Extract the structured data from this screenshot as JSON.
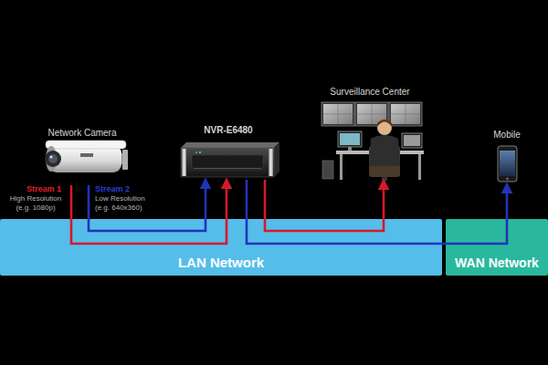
{
  "diagram": {
    "nodes": [
      {
        "text": [
          "Network Camera"
        ]
      },
      {
        "text": [
          "NVR-E6480"
        ]
      },
      {
        "text": [
          "Surveillance Center"
        ]
      },
      {
        "text": [
          "Mobile"
        ]
      },
      {
        "text": [
          "LAN Network"
        ]
      },
      {
        "text": [
          "WAN Network"
        ]
      }
    ],
    "edges": [
      {
        "from": 0,
        "to": 1,
        "arrow": "to"
      },
      {
        "from": 0,
        "to": 1,
        "arrow": "to"
      },
      {
        "from": 1,
        "to": 2,
        "arrow": "to"
      },
      {
        "from": 1,
        "to": 3,
        "arrow": "to"
      }
    ],
    "labels": [
      "Stream 1",
      "High Resolution (e.g. 1080p)",
      "Stream 2",
      "Low Resolution (e.g. 640x360)"
    ]
  }
}
